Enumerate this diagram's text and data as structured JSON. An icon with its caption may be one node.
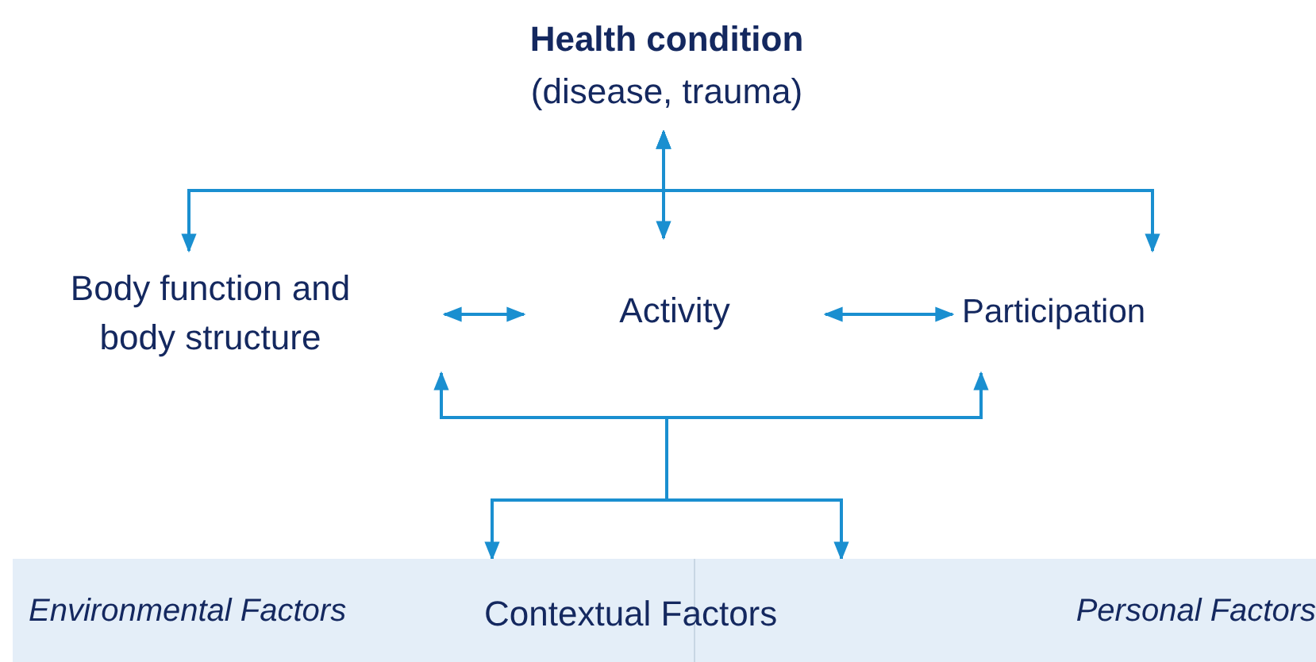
{
  "diagram": {
    "nodes": [
      {
        "text": [
          "Health condition",
          "(disease, trauma)"
        ]
      },
      {
        "text": [
          "Body function and body structure"
        ]
      },
      {
        "text": [
          "Activity"
        ]
      },
      {
        "text": [
          "Participation"
        ]
      },
      {
        "text": [
          "Contextual Factors"
        ]
      },
      {
        "text": [
          "Environmental Factors"
        ],
        "in": 4
      },
      {
        "text": [
          "Personal Factors"
        ],
        "in": 4
      }
    ],
    "edges": [
      {
        "from": 0,
        "to": 2,
        "arrow": "both"
      },
      {
        "from": 0,
        "to": 1,
        "arrow": "both"
      },
      {
        "from": 0,
        "to": 3,
        "arrow": "both"
      },
      {
        "from": 1,
        "to": 2,
        "arrow": "both"
      },
      {
        "from": 2,
        "to": 3,
        "arrow": "both"
      },
      {
        "from": 4,
        "to": 1,
        "arrow": "both"
      },
      {
        "from": 4,
        "to": 3,
        "arrow": "both"
      }
    ]
  }
}
